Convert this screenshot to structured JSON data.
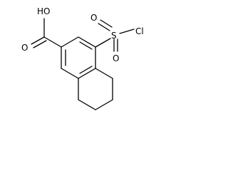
{
  "molecule": {
    "labels": {
      "hydroxyl": "HO",
      "carbonyl_oxygen": "O",
      "sulfur": "S",
      "chlorine": "Cl",
      "sulfonyl_oxygen_left": "O",
      "sulfonyl_oxygen_bottom": "O"
    }
  },
  "colors": {
    "background": "#ffffff",
    "ink": "#000000"
  }
}
